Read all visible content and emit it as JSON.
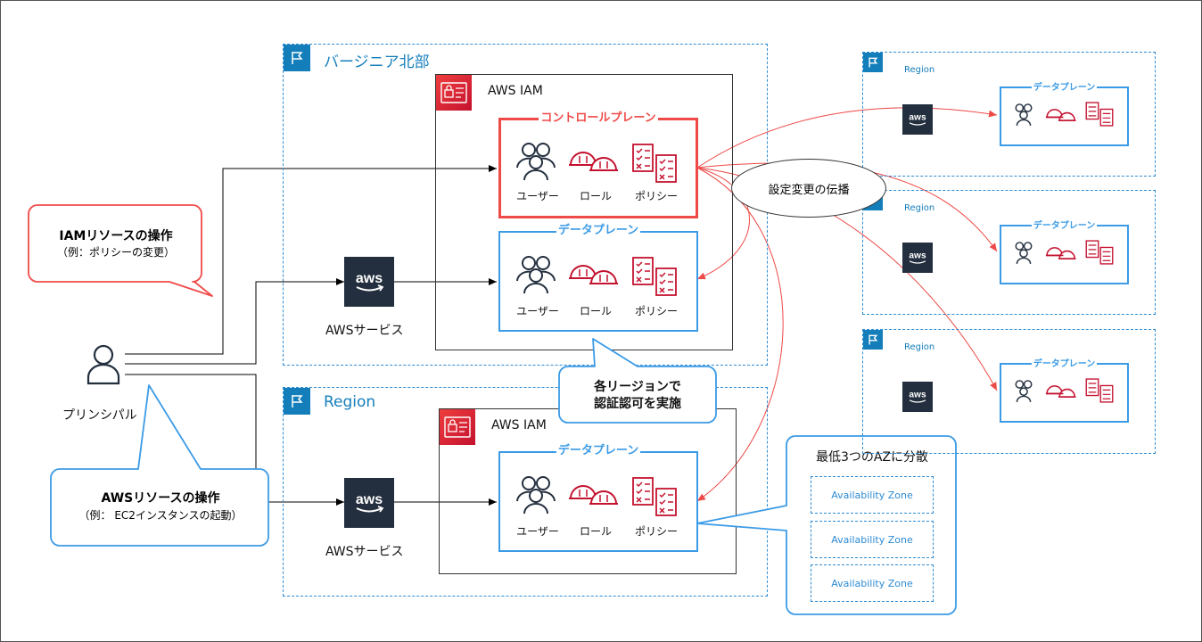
{
  "regions": {
    "virginia": "バージニア北部",
    "lower": "Region",
    "small": "Region"
  },
  "iam": {
    "title": "AWS IAM"
  },
  "planes": {
    "control": "コントロールプレーン",
    "data": "データプレーン"
  },
  "icons": {
    "users": "ユーザー",
    "roles": "ロール",
    "policies": "ポリシー"
  },
  "aws_service": "AWSサービス",
  "principal": "プリンシパル",
  "callouts": {
    "iam_title": "IAMリソースの操作",
    "iam_sub": "（例：ポリシーの変更）",
    "aws_title": "AWSリソースの操作",
    "aws_sub": "（例： EC2インスタンスの起動）",
    "per_region_line1": "各リージョンで",
    "per_region_line2": "認証認可を実施",
    "az_title": "最低3つのAZに分散"
  },
  "propagation": "設定変更の伝播",
  "az_label": "Availability Zone",
  "colors": {
    "red": "#ee4a47",
    "blue": "#3b9be6",
    "region_blue": "#147eba",
    "aws_dark": "#232f3e"
  }
}
